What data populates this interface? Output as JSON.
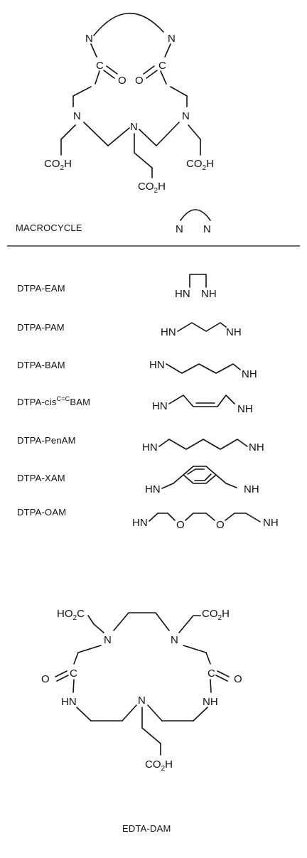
{
  "top_structure": {
    "atoms": {
      "N": "N",
      "O": "O",
      "C": "C",
      "co2h": "CO",
      "co2h_sub": "2",
      "co2h_h": "H"
    }
  },
  "table": {
    "header_left": "MACROCYCLE",
    "header_right_atom": "N",
    "rows": [
      {
        "name": "DTPA-EAM",
        "left": "HN",
        "right": "NH"
      },
      {
        "name": "DTPA-PAM",
        "left": "HN",
        "right": "NH"
      },
      {
        "name": "DTPA-BAM",
        "left": "HN",
        "right": "NH"
      },
      {
        "name_prefix": "DTPA-cis",
        "name_sup": "C=C",
        "name_suffix": "BAM",
        "left": "HN",
        "right": "NH"
      },
      {
        "name": "DTPA-PenAM",
        "left": "HN",
        "right": "NH"
      },
      {
        "name": "DTPA-XAM",
        "left": "HN",
        "right": "NH"
      },
      {
        "name": "DTPA-OAM",
        "left": "HN",
        "right": "NH",
        "mid": "O"
      }
    ]
  },
  "bottom_structure": {
    "atoms": {
      "N": "N",
      "O": "O",
      "C": "C",
      "HN": "HN",
      "NH": "NH",
      "ho2c": "HO",
      "ho2c_sub": "2",
      "ho2c_c": "C",
      "co2h": "CO",
      "co2h_sub": "2",
      "co2h_h": "H"
    },
    "caption": "EDTA-DAM"
  }
}
